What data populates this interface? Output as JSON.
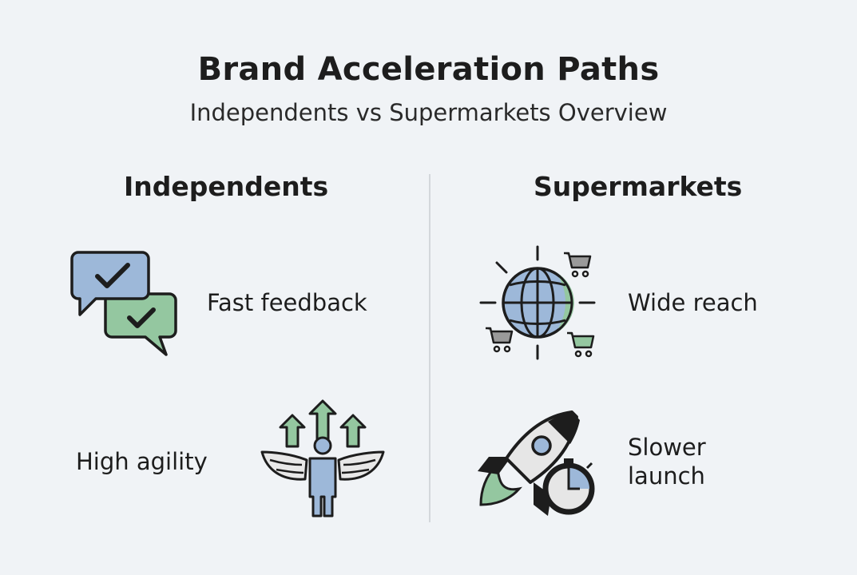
{
  "header": {
    "title": "Brand Acceleration Paths",
    "subtitle": "Independents vs Supermarkets Overview"
  },
  "columns": [
    {
      "heading": "Independents",
      "items": [
        {
          "label": "Fast feedback",
          "icon": "chat-check-icon"
        },
        {
          "label": "High agility",
          "icon": "winged-person-arrows-icon"
        }
      ]
    },
    {
      "heading": "Supermarkets",
      "items": [
        {
          "label": "Wide reach",
          "icon": "globe-carts-icon"
        },
        {
          "label_line1": "Slower",
          "label_line2": "launch",
          "icon": "rocket-stopwatch-icon"
        }
      ]
    }
  ],
  "colors": {
    "background": "#f0f3f6",
    "blue": "#9db8d9",
    "green": "#94c7a0",
    "gray": "#9a9a9a",
    "light_gray": "#e6e6e6",
    "dark": "#1d1d1d",
    "divider": "#d3d7db"
  }
}
